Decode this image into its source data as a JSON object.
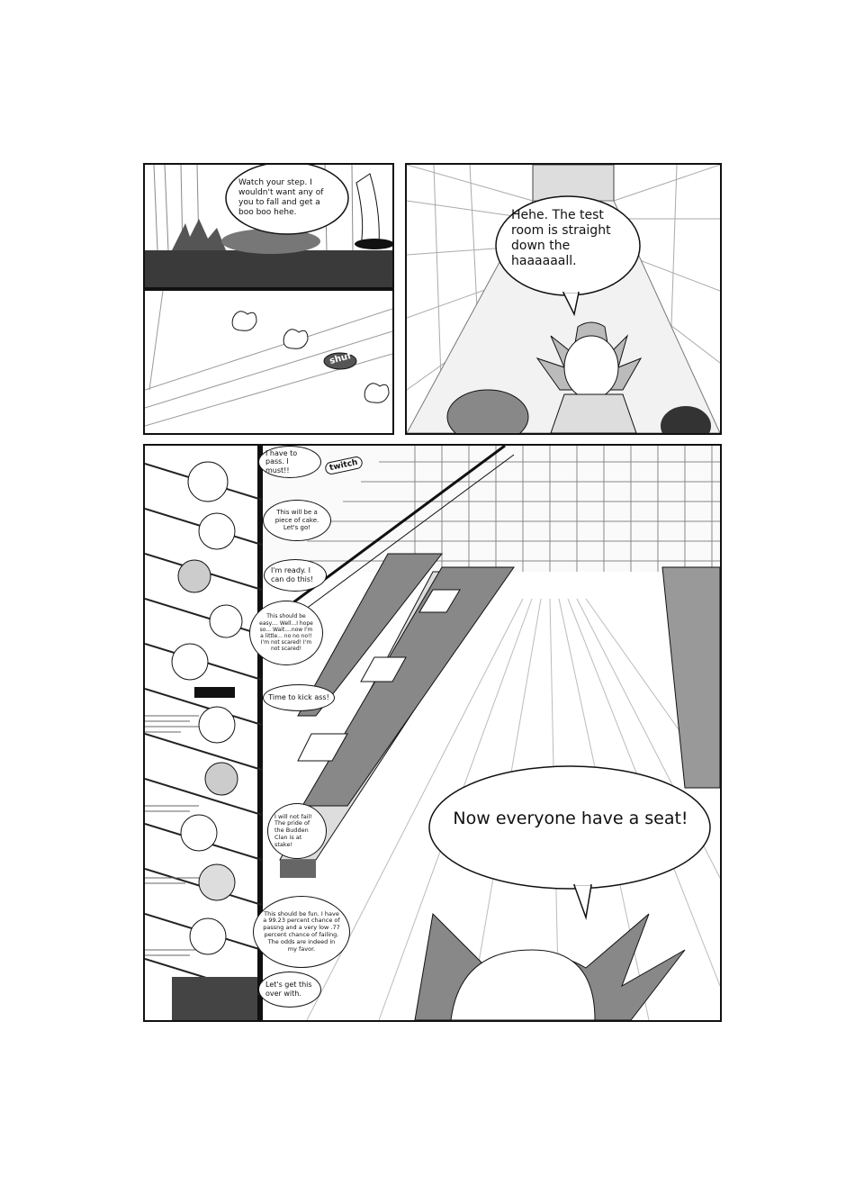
{
  "panel1": {
    "bubble": "Watch your step. I wouldn't want any of you to fall and get a boo boo hehe."
  },
  "panel2": {
    "sfx": "shuf"
  },
  "panel3": {
    "bubble": "Hehe. The test room is straight down the haaaaaall."
  },
  "panel4": {
    "sfx": "twitch",
    "thoughts": [
      "I have to pass. I must!!",
      "This will be a piece of cake. Let's go!",
      "I'm ready. I can do this!",
      "This should be easy.... Well...I hope so... Wait....now I'm a little... no no no!! I'm not scared! I'm not scared!",
      "Time to kick ass!",
      "I will not fail! The pride of the Budden Clan is at stake!",
      "This should be fun. I have a 99.23 percent chance of passng and  a very low .77 percent chance of failing. The odds are indeed in my favor.",
      "Let's get this over with."
    ],
    "main_bubble": "Now everyone have a seat!"
  }
}
